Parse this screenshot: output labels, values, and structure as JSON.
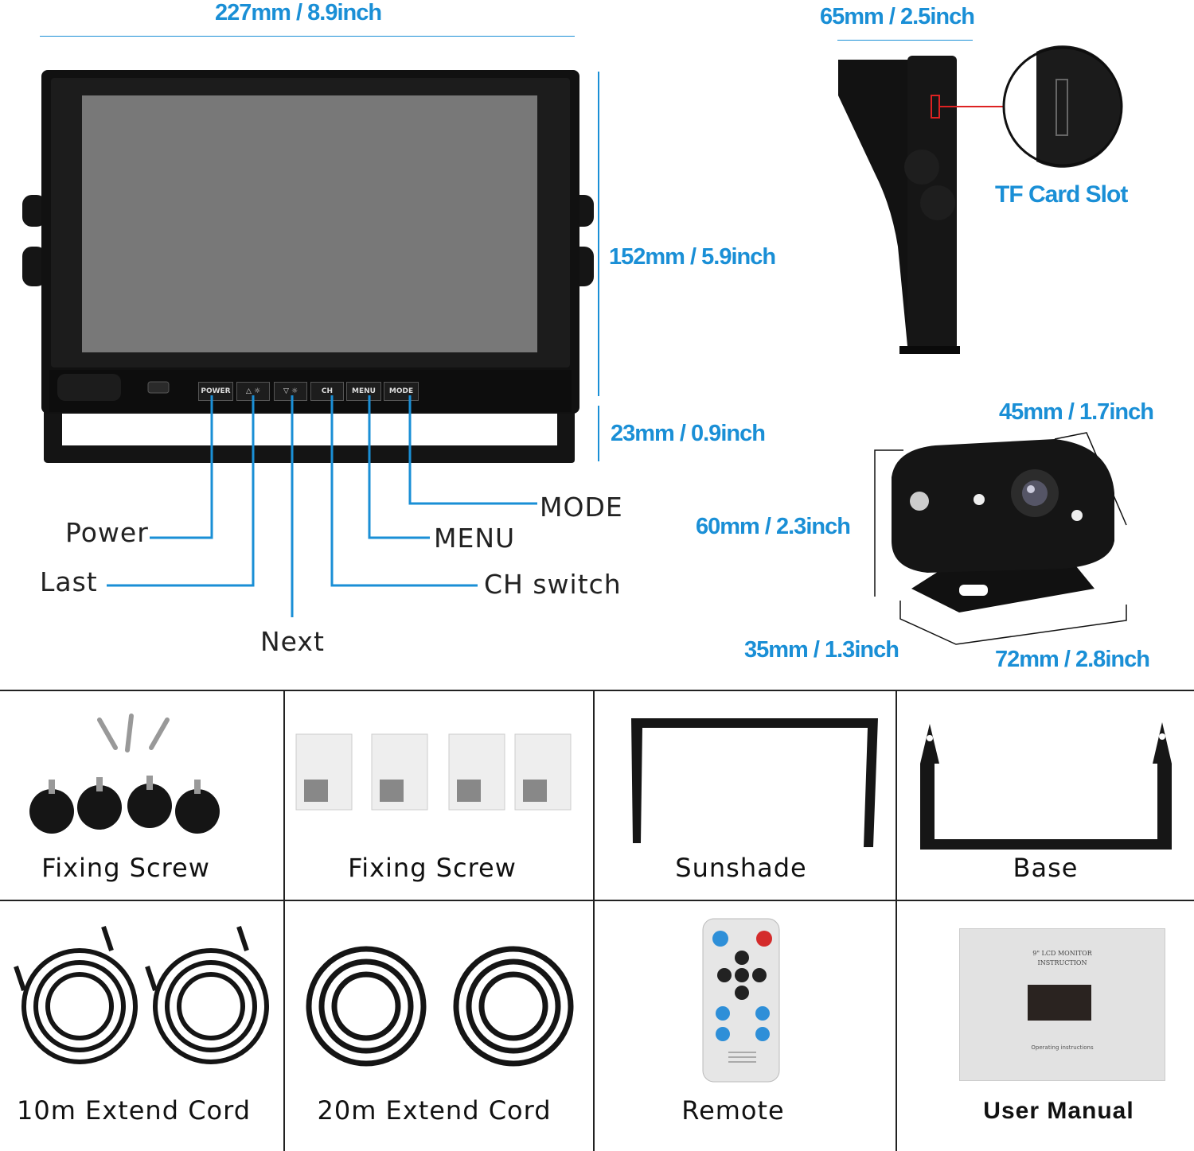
{
  "monitor": {
    "width_label": "227mm / 8.9inch",
    "height_label": "152mm / 5.9inch",
    "bracket_label": "23mm / 0.9inch",
    "buttons": [
      "POWER",
      "△ ☼",
      "▽ ☼",
      "CH",
      "MENU",
      "MODE"
    ],
    "callouts": {
      "power": "Power",
      "last": "Last",
      "next": "Next",
      "ch": "CH switch",
      "menu": "MENU",
      "mode": "MODE"
    }
  },
  "side_view": {
    "depth_label": "65mm / 2.5inch",
    "slot_label": "TF Card Slot"
  },
  "camera": {
    "depth_label": "45mm / 1.7inch",
    "height_label": "60mm / 2.3inch",
    "base_depth_label": "35mm / 1.3inch",
    "width_label": "72mm / 2.8inch"
  },
  "accessories": [
    {
      "label": "Fixing Screw"
    },
    {
      "label": "Fixing Screw"
    },
    {
      "label": "Sunshade"
    },
    {
      "label": "Base"
    },
    {
      "label": "10m Extend Cord"
    },
    {
      "label": "20m Extend Cord"
    },
    {
      "label": "Remote"
    },
    {
      "label": "User Manual"
    }
  ],
  "manual_cover": {
    "title": "9\" LCD MONITOR",
    "subtitle": "INSTRUCTION",
    "footer": "Operating instructions"
  },
  "colors": {
    "dimension_text": "#1a8fd6",
    "callout_line": "#1a8fd6",
    "device_body": "#111111",
    "screen": "#7a7a7a",
    "grid_border": "#222222"
  }
}
